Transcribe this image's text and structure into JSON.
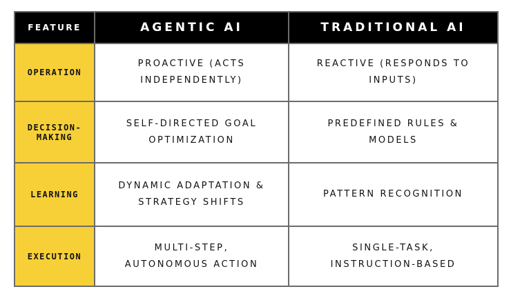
{
  "headers": {
    "feature": "FEATURE",
    "agentic": "AGENTIC AI",
    "traditional": "TRADITIONAL AI"
  },
  "rows": [
    {
      "feature": "OPERATION",
      "agentic": "PROACTIVE (ACTS INDEPENDENTLY)",
      "traditional": "REACTIVE (RESPONDS TO INPUTS)"
    },
    {
      "feature": "DECISION-MAKING",
      "agentic": "SELF-DIRECTED GOAL OPTIMIZATION",
      "traditional": "PREDEFINED RULES & MODELS"
    },
    {
      "feature": "LEARNING",
      "agentic": "DYNAMIC ADAPTATION & STRATEGY SHIFTS",
      "traditional": "PATTERN RECOGNITION"
    },
    {
      "feature": "EXECUTION",
      "agentic": "MULTI-STEP, AUTONOMOUS ACTION",
      "traditional": "SINGLE-TASK, INSTRUCTION-BASED"
    }
  ]
}
